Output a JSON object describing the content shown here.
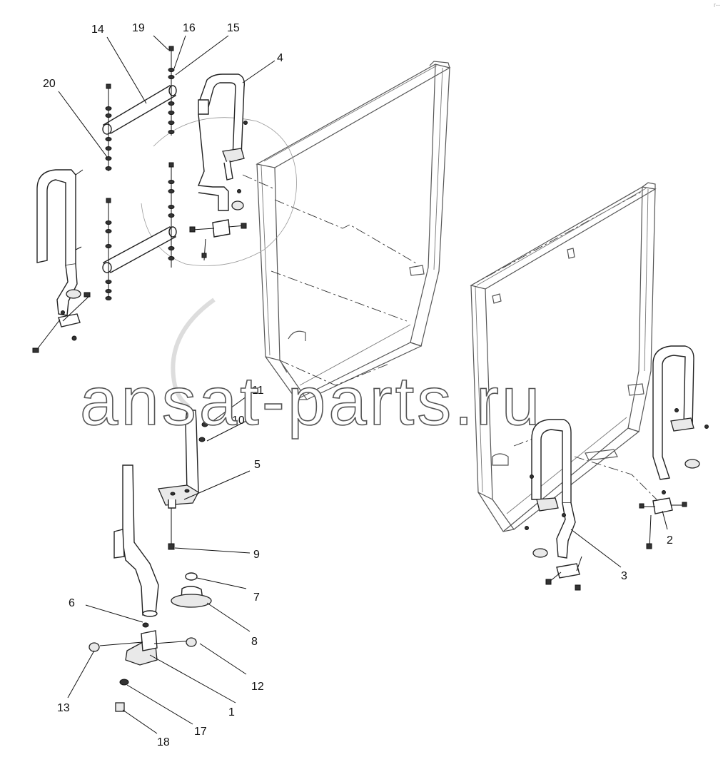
{
  "diagram": {
    "watermark": "ansat-parts.ru",
    "corner_mark": "r--",
    "callouts": [
      "1",
      "2",
      "3",
      "4",
      "5",
      "6",
      "7",
      "8",
      "9",
      "10",
      "11",
      "12",
      "13",
      "14",
      "15",
      "16",
      "17",
      "18",
      "19",
      "20"
    ]
  }
}
